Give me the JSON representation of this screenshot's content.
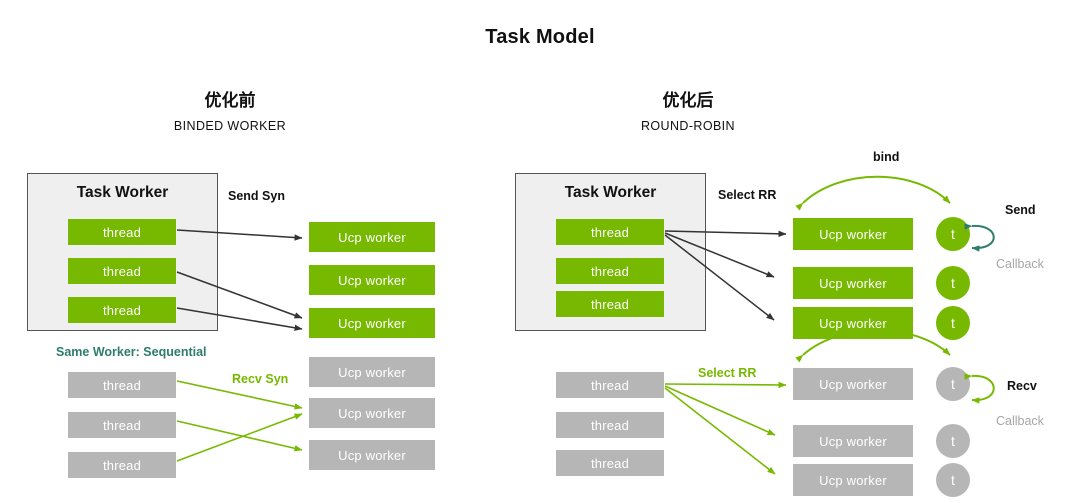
{
  "title": "Task Model",
  "colors": {
    "green": "#76b900",
    "gray": "#b6b6b6",
    "teal": "#2e7d6b",
    "dark": "#333333",
    "callback_gray": "#a6a6a6",
    "panel_bg": "#efefef"
  },
  "panels": {
    "left": {
      "title_cn": "优化前",
      "title_en": "BINDED WORKER",
      "taskworker_label": "Task Worker",
      "send": {
        "label": "Send Syn",
        "threads": [
          {
            "label": "thread"
          },
          {
            "label": "thread"
          },
          {
            "label": "thread"
          }
        ],
        "workers": [
          {
            "label": "Ucp worker"
          },
          {
            "label": "Ucp worker"
          },
          {
            "label": "Ucp worker"
          }
        ],
        "mapping": [
          {
            "from": 0,
            "to": 0
          },
          {
            "from": 1,
            "to": 2
          },
          {
            "from": 2,
            "to": 2
          }
        ]
      },
      "recv": {
        "note": "Same Worker: Sequential",
        "label": "Recv Syn",
        "threads": [
          {
            "label": "thread"
          },
          {
            "label": "thread"
          },
          {
            "label": "thread"
          }
        ],
        "workers": [
          {
            "label": "Ucp worker"
          },
          {
            "label": "Ucp worker"
          },
          {
            "label": "Ucp worker"
          }
        ],
        "mapping": [
          {
            "from": 0,
            "to": 1
          },
          {
            "from": 1,
            "to": 2
          },
          {
            "from": 2,
            "to": 1
          }
        ]
      }
    },
    "right": {
      "title_cn": "优化后",
      "title_en": "ROUND-ROBIN",
      "taskworker_label": "Task Worker",
      "send": {
        "label": "Select RR",
        "bind_label": "bind",
        "op_label": "Send",
        "callback_label": "Callback",
        "threads": [
          {
            "label": "thread"
          },
          {
            "label": "thread"
          },
          {
            "label": "thread"
          }
        ],
        "workers": [
          {
            "label": "Ucp worker"
          },
          {
            "label": "Ucp worker"
          },
          {
            "label": "Ucp worker"
          }
        ],
        "tasks": [
          {
            "label": "t"
          },
          {
            "label": "t"
          },
          {
            "label": "t"
          }
        ],
        "mapping": [
          {
            "from": 0,
            "to": 0
          },
          {
            "from": 0,
            "to": 1
          },
          {
            "from": 0,
            "to": 2
          }
        ]
      },
      "recv": {
        "label": "Select RR",
        "op_label": "Recv",
        "callback_label": "Callback",
        "threads": [
          {
            "label": "thread"
          },
          {
            "label": "thread"
          },
          {
            "label": "thread"
          }
        ],
        "workers": [
          {
            "label": "Ucp worker"
          },
          {
            "label": "Ucp worker"
          },
          {
            "label": "Ucp worker"
          }
        ],
        "tasks": [
          {
            "label": "t"
          },
          {
            "label": "t"
          },
          {
            "label": "t"
          }
        ],
        "mapping": [
          {
            "from": 0,
            "to": 0
          },
          {
            "from": 0,
            "to": 1
          },
          {
            "from": 0,
            "to": 2
          }
        ]
      }
    }
  }
}
